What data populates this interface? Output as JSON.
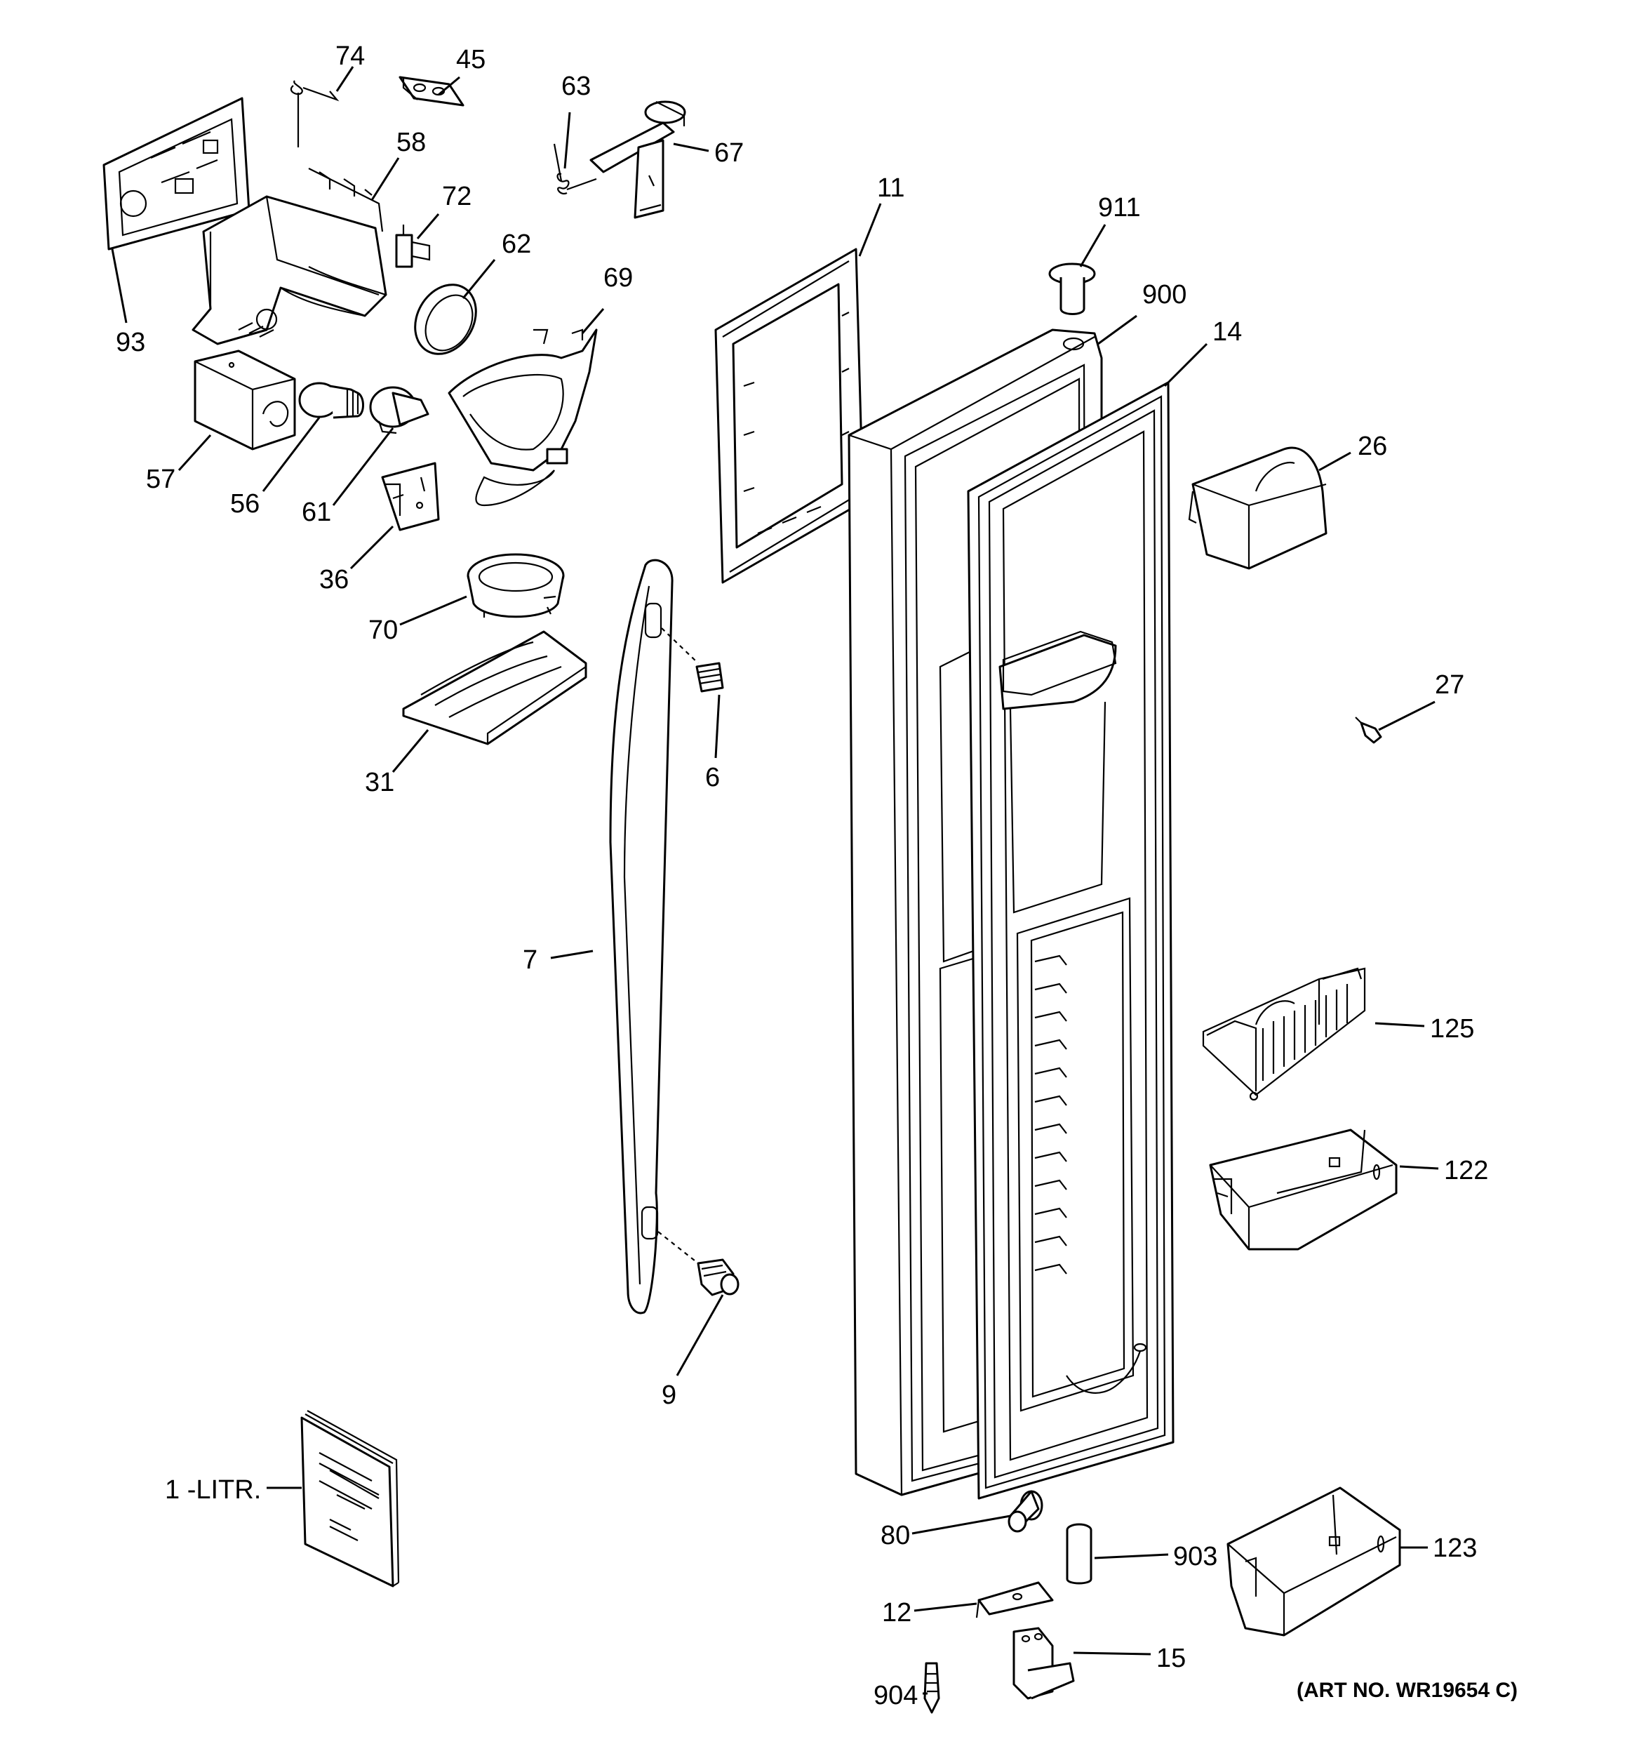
{
  "diagram": {
    "labels": {
      "p74": "74",
      "p45": "45",
      "p63": "63",
      "p67": "67",
      "p58": "58",
      "p72": "72",
      "p62": "62",
      "p93": "93",
      "p69": "69",
      "p11": "11",
      "p911": "911",
      "p900": "900",
      "p14": "14",
      "p26": "26",
      "p57": "57",
      "p56": "56",
      "p61": "61",
      "p36": "36",
      "p70": "70",
      "p31": "31",
      "p6": "6",
      "p27": "27",
      "p7": "7",
      "p125": "125",
      "p122": "122",
      "p9": "9",
      "p1": "1 -LITR.",
      "p80": "80",
      "p903": "903",
      "p123": "123",
      "p12": "12",
      "p15": "15",
      "p904": "904"
    },
    "art_number": "(ART NO. WR19654 C)"
  }
}
